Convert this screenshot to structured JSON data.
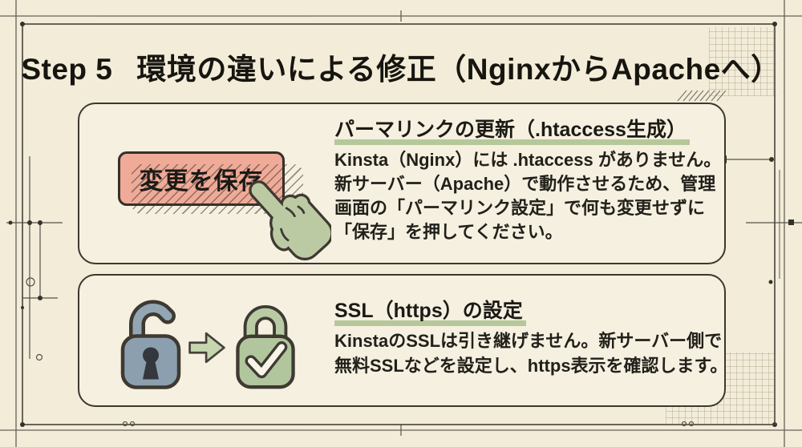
{
  "title": {
    "step": "Step 5",
    "text": "環境の違いによる修正（NginxからApacheへ）"
  },
  "cards": [
    {
      "heading": "パーマリンクの更新（.htaccess生成）",
      "button_label": "変更を保存",
      "body": [
        "Kinsta（Nginx）には .htaccess がありません。",
        "新サーバー（Apache）で動作させるため、管理",
        "画面の「パーマリンク設定」で何も変更せずに",
        "「保存」を押してください。"
      ]
    },
    {
      "heading": "SSL（https）の設定",
      "body": [
        "KinstaのSSLは引き継げません。新サーバー側で",
        "無料SSLなどを設定し、https表示を確認します。"
      ]
    }
  ],
  "icons": {
    "hand_cursor": "hand-cursor-icon",
    "unlocked_padlock": "unlocked-padlock-icon",
    "locked_padlock": "locked-padlock-check-icon",
    "arrow": "arrow-right-icon"
  },
  "colors": {
    "background": "#f2ecd9",
    "card_background": "#f5f0e0",
    "ink": "#3c3830",
    "title_ink": "#17150f",
    "button_fill": "#efaa98",
    "hand_green": "#bccaa3",
    "lock_gray": "#8c9fae",
    "lock_green": "#b2c69d",
    "underline_green": "#aec491"
  }
}
